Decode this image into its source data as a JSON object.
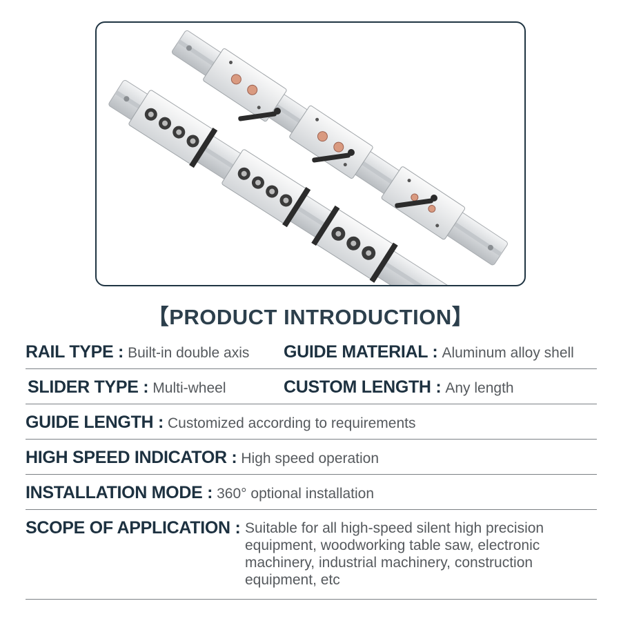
{
  "product_image": {
    "alt": "Two aluminum double-axis linear guide rails with multi-wheel sliders and black locking handles"
  },
  "section_title": "【PRODUCT INTRODUCTION】",
  "specs": {
    "rail_type": {
      "label": "RAIL TYPE :",
      "value": "Built-in double axis"
    },
    "guide_material": {
      "label": "GUIDE MATERIAL :",
      "value": "Aluminum alloy shell"
    },
    "slider_type": {
      "label": "SLIDER TYPE :",
      "value": "Multi-wheel"
    },
    "custom_length": {
      "label": "CUSTOM LENGTH :",
      "value": "Any length"
    },
    "guide_length": {
      "label": "GUIDE LENGTH :",
      "value": "Customized according to requirements"
    },
    "high_speed": {
      "label": "HIGH SPEED INDICATOR :",
      "value": "High speed operation"
    },
    "installation": {
      "label": "INSTALLATION MODE :",
      "value": "360° optional installation"
    },
    "scope": {
      "label": "SCOPE OF APPLICATION :",
      "value": "Suitable for all high-speed silent high precision equipment, woodworking table saw, electronic machinery, industrial machinery, construction equipment, etc"
    }
  },
  "colors": {
    "heading": "#1d3140",
    "value_text": "#55595d",
    "frame_border": "#1f3442",
    "rail_silver": "#d9dcdf",
    "copper_wheel": "#d99a80",
    "handle": "#2b2b2b"
  }
}
